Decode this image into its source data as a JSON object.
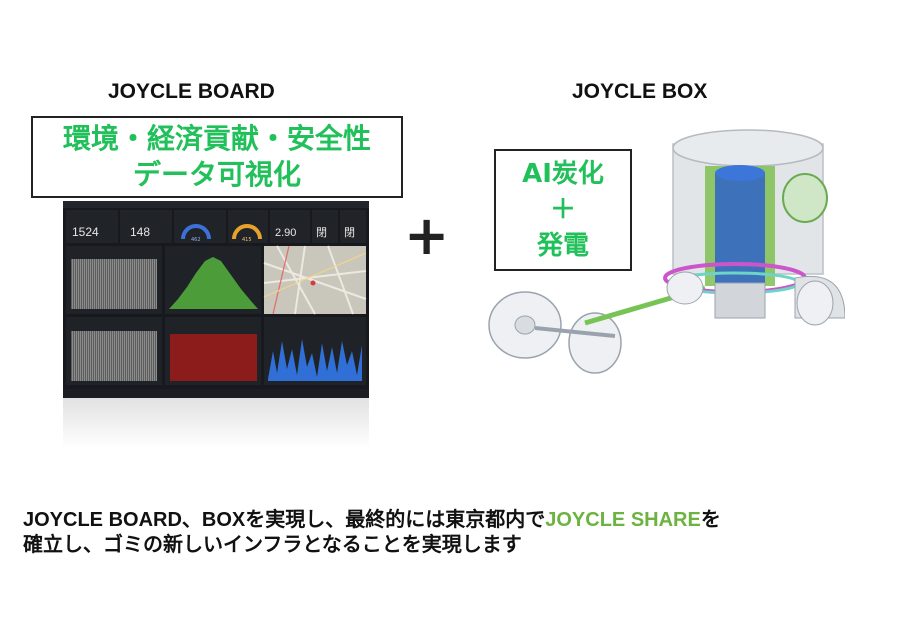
{
  "board": {
    "title": "JOYCLE BOARD",
    "callout_line1": "環境・経済貢献・安全性",
    "callout_line2": "データ可視化"
  },
  "box": {
    "title": "JOYCLE BOX",
    "callout_line1": "AI炭化",
    "callout_line2": "＋",
    "callout_line3": "発電"
  },
  "plus_symbol": "+",
  "bottom_text": {
    "part1": "JOYCLE BOARD、BOXを実現し、最終的には東京都内で",
    "highlight": "JOYCLE SHARE",
    "part2": "を",
    "line2": "確立し、ゴミの新しいインフラとなることを実現します"
  },
  "dashboard": {
    "stats": [
      "1524",
      "148",
      "2.90",
      "閉",
      "閉"
    ],
    "gauge1": "462",
    "gauge2": "415"
  },
  "colors": {
    "callout_green": "#22c05a",
    "highlight_green": "#6cb33f"
  }
}
